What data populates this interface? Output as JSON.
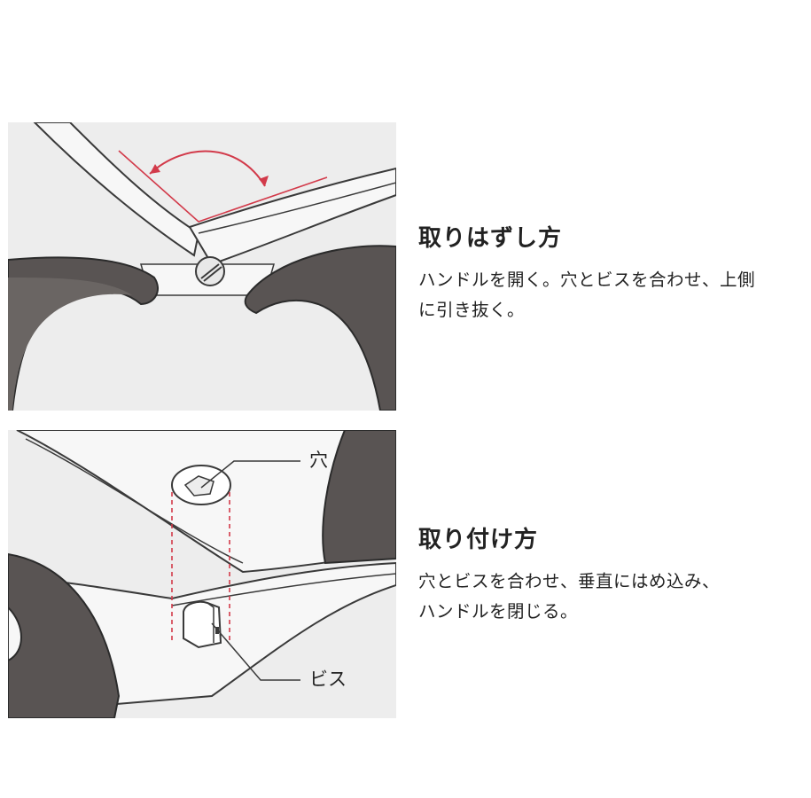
{
  "remove": {
    "title": "取りはずし方",
    "line1": "ハンドルを開く。穴とビスを合わせ、上側",
    "line2": "に引き抜く。"
  },
  "attach": {
    "title": "取り付け方",
    "line1": "穴とビスを合わせ、垂直にはめ込み、",
    "line2": "ハンドルを閉じる。"
  },
  "labels": {
    "hole": "穴",
    "screw": "ビス"
  },
  "colors": {
    "panel_bg": "#ededed",
    "handle": "#595453",
    "blade": "#f7f7f7",
    "outline": "#3a3a3a",
    "accent_red": "#d23a4a"
  }
}
